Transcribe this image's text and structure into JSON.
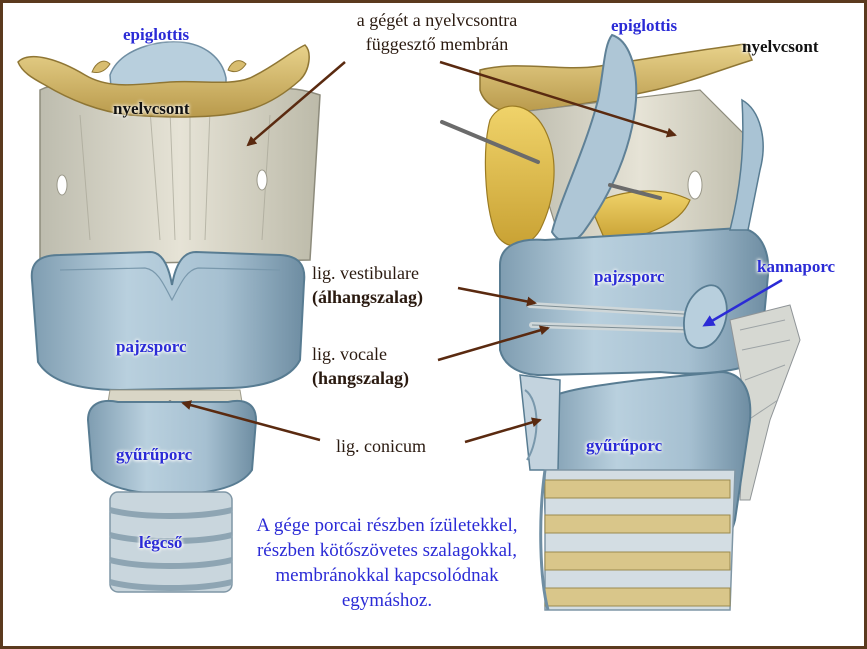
{
  "colors": {
    "cartilage": "#a9c3d4",
    "cartilage_dark": "#6f8ea3",
    "bone": "#d9bf74",
    "membrane": "#d8d6c8",
    "arrow_brown": "#5a2a10",
    "arrow_blue": "#2b2bd6",
    "label_blue": "#2b2bd6",
    "frame": "#5b3a1e"
  },
  "left_view": {
    "epiglottis": "epiglottis",
    "hyoid": "nyelvcsont",
    "thyroid": "pajzsporc",
    "cricoid": "gyűrűporc",
    "trachea": "légcső"
  },
  "right_view": {
    "epiglottis": "epiglottis",
    "hyoid": "nyelvcsont",
    "thyroid": "pajzsporc",
    "arytenoid": "kannaporc",
    "cricoid": "gyűrűporc"
  },
  "annotations": {
    "membrane_line1": "a gégét a nyelvcsontra",
    "membrane_line2": "függesztő membrán",
    "vestibulare_line1": "lig. vestibulare",
    "vestibulare_line2": "(álhangszalag)",
    "vocale_line1": "lig. vocale",
    "vocale_line2": "(hangszalag)",
    "conicum": "lig. conicum"
  },
  "note": {
    "line1": "A gége porcai részben ízületekkel,",
    "line2": "részben kötőszövetes szalagokkal,",
    "line3": "membránokkal kapcsolódnak",
    "line4": "egymáshoz."
  }
}
